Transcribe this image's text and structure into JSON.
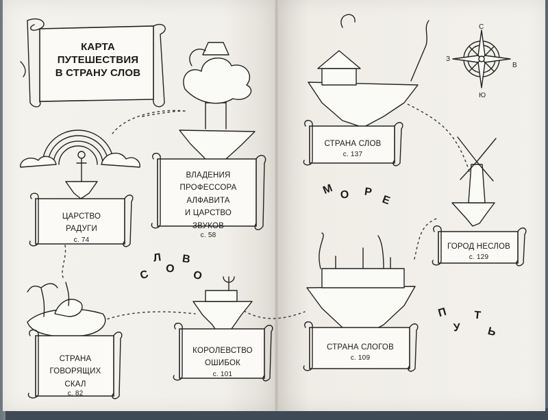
{
  "title": {
    "line1": "КАРТА",
    "line2": "ПУТЕШЕСТВИЯ",
    "line3": "В СТРАНУ СЛОВ"
  },
  "places": {
    "rainbow": {
      "line1": "ЦАРСТВО",
      "line2": "РАДУГИ",
      "page": "с. 74"
    },
    "alphabet": {
      "line1": "ВЛАДЕНИЯ",
      "line2": "ПРОФЕССОРА",
      "line3": "АЛФАВИТА",
      "line4": "И ЦАРСТВО",
      "line5": "ЗВУКОВ",
      "page": "с. 58"
    },
    "rocks": {
      "line1": "СТРАНА",
      "line2": "ГОВОРЯЩИХ",
      "line3": "СКАЛ",
      "page": "с. 82"
    },
    "errors": {
      "line1": "КОРОЛЕВСТВО",
      "line2": "ОШИБОК",
      "page": "с. 101"
    },
    "syllables": {
      "line1": "СТРАНА СЛОГОВ",
      "page": "с. 109"
    },
    "words": {
      "line1": "СТРАНА СЛОВ",
      "page": "с. 137"
    },
    "nesloves": {
      "line1": "ГОРОД НЕСЛОВ",
      "page": "с. 129"
    }
  },
  "arc_words": {
    "slovo": [
      "С",
      "Л",
      "О",
      "В",
      "О"
    ],
    "more": [
      "М",
      "О",
      "Р",
      "Е"
    ],
    "put": [
      "П",
      "У",
      "Т",
      "Ь"
    ]
  },
  "compass": {
    "north": "С",
    "south": "Ю",
    "west": "З",
    "east": "В"
  },
  "colors": {
    "ink": "#222222",
    "paper": "#f2f0ea",
    "cover": "#3f4a57"
  }
}
